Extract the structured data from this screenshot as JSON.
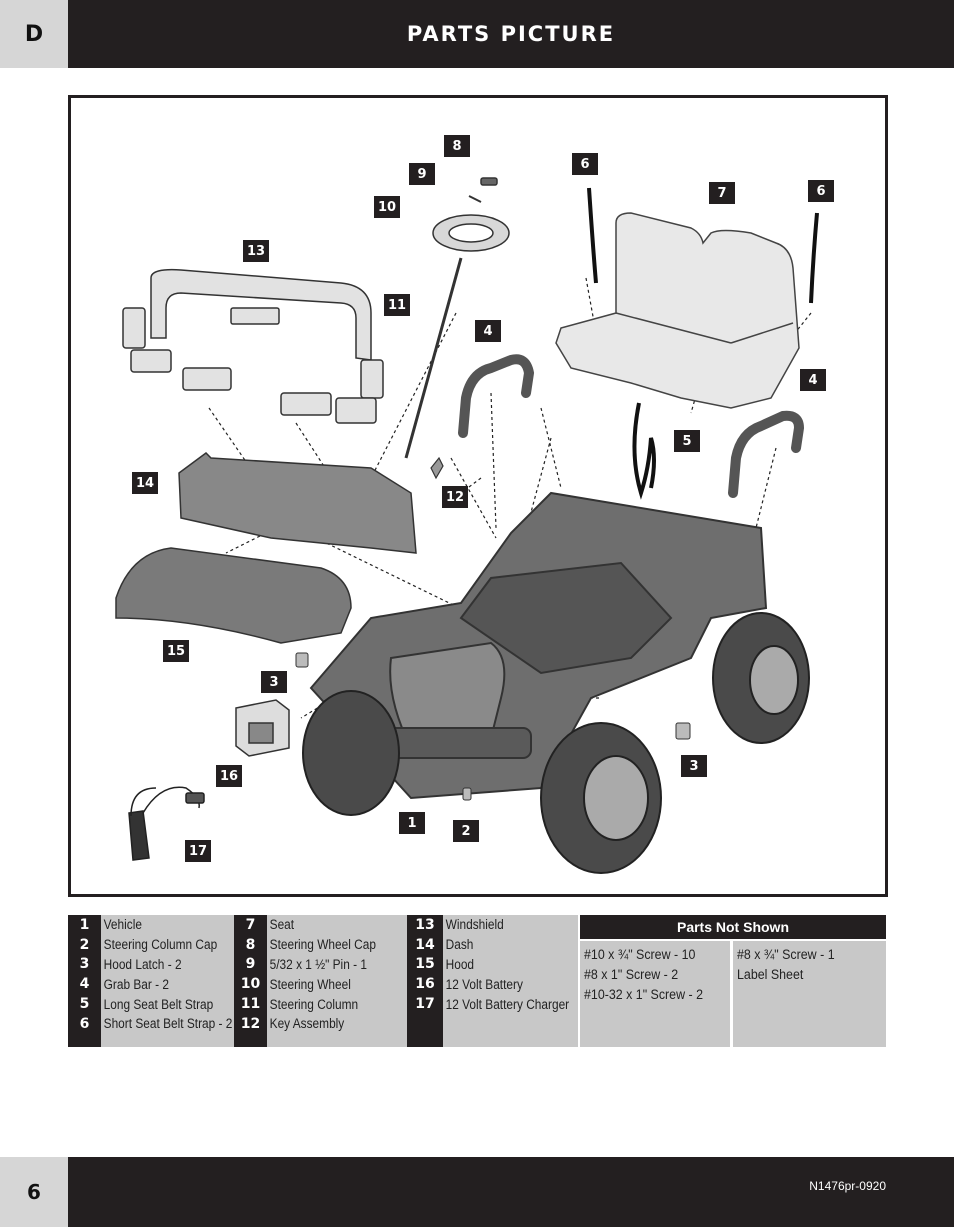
{
  "header": {
    "section_letter": "D",
    "title": "PARTS PICTURE"
  },
  "callouts": [
    "8",
    "9",
    "10",
    "6",
    "7",
    "6",
    "13",
    "11",
    "4",
    "4",
    "5",
    "14",
    "12",
    "15",
    "3",
    "16",
    "3",
    "1",
    "2",
    "17"
  ],
  "legend": {
    "col1": [
      {
        "num": "1",
        "name": "Vehicle"
      },
      {
        "num": "2",
        "name": "Steering Column Cap"
      },
      {
        "num": "3",
        "name": "Hood Latch - 2"
      },
      {
        "num": "4",
        "name": "Grab Bar - 2"
      },
      {
        "num": "5",
        "name": "Long Seat Belt Strap"
      },
      {
        "num": "6",
        "name": "Short Seat Belt Strap - 2"
      }
    ],
    "col2": [
      {
        "num": "7",
        "name": "Seat"
      },
      {
        "num": "8",
        "name": "Steering Wheel Cap"
      },
      {
        "num": "9",
        "name": "5/32 x 1 ½\" Pin - 1"
      },
      {
        "num": "10",
        "name": "Steering Wheel"
      },
      {
        "num": "11",
        "name": "Steering Column"
      },
      {
        "num": "12",
        "name": "Key Assembly"
      }
    ],
    "col3": [
      {
        "num": "13",
        "name": "Windshield"
      },
      {
        "num": "14",
        "name": "Dash"
      },
      {
        "num": "15",
        "name": "Hood"
      },
      {
        "num": "16",
        "name": "12 Volt Battery"
      },
      {
        "num": "17",
        "name": "12 Volt Battery Charger"
      }
    ]
  },
  "parts_not_shown": {
    "heading": "Parts Not Shown",
    "left": [
      "#10 x ¾\" Screw - 10",
      "#8 x 1\" Screw - 2",
      "#10-32 x 1\" Screw - 2"
    ],
    "right": [
      "#8 x ¾\" Screw - 1",
      "Label Sheet"
    ]
  },
  "footer": {
    "page_number": "6",
    "doc_code": "N1476pr-0920"
  }
}
